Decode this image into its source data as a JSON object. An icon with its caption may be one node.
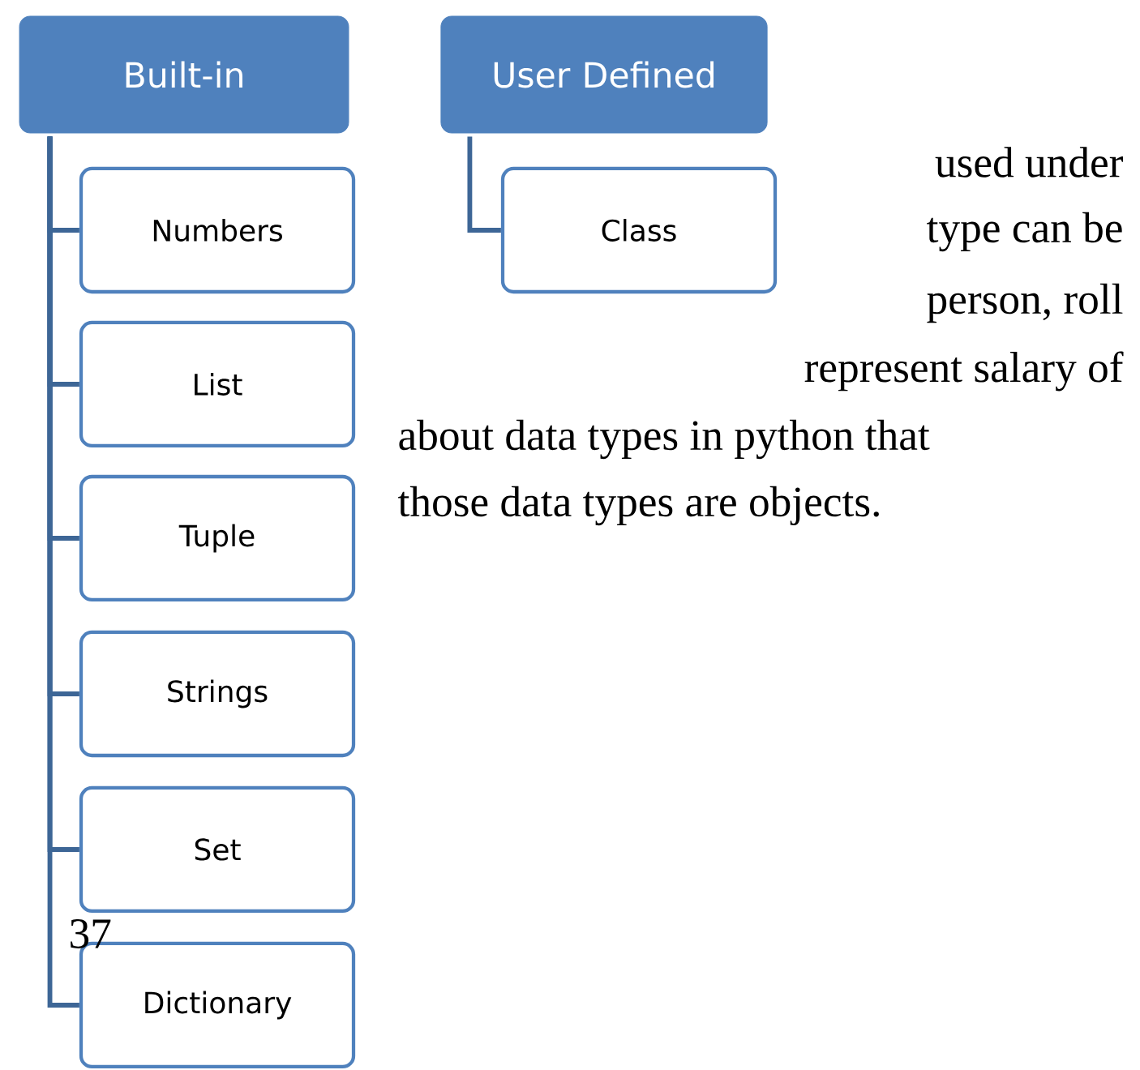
{
  "diagram": {
    "nodes": [
      {
        "text": [
          "Built-in"
        ]
      },
      {
        "text": [
          "User Defined"
        ]
      },
      {
        "text": [
          "Numbers"
        ]
      },
      {
        "text": [
          "List"
        ]
      },
      {
        "text": [
          "Tuple"
        ]
      },
      {
        "text": [
          "Strings"
        ]
      },
      {
        "text": [
          "Set"
        ]
      },
      {
        "text": [
          "Dictionary"
        ]
      },
      {
        "text": [
          "Class"
        ]
      }
    ],
    "edges": [
      {
        "from": 0,
        "to": 2,
        "arrow": "none"
      },
      {
        "from": 0,
        "to": 3,
        "arrow": "none"
      },
      {
        "from": 0,
        "to": 4,
        "arrow": "none"
      },
      {
        "from": 0,
        "to": 5,
        "arrow": "none"
      },
      {
        "from": 0,
        "to": 6,
        "arrow": "none"
      },
      {
        "from": 0,
        "to": 7,
        "arrow": "none"
      },
      {
        "from": 1,
        "to": 8,
        "arrow": "none"
      }
    ],
    "labels": [
      "used under",
      "type can be",
      "person, roll",
      "represent salary of",
      "about data types in python that",
      "those data types are objects.",
      "37"
    ]
  }
}
